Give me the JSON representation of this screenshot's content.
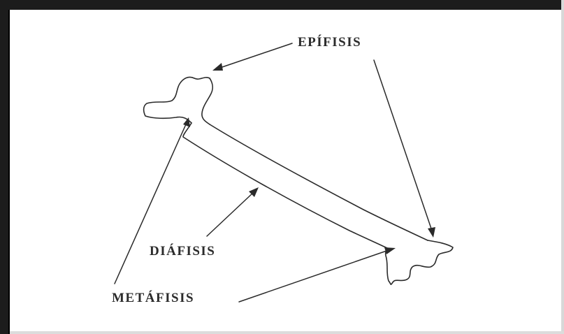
{
  "diagram": {
    "labels": {
      "epifisis": "EPÍFISIS",
      "diafisis": "DIÁFISIS",
      "metafisis": "METÁFISIS"
    },
    "colors": {
      "frame": "#1c1c1c",
      "line": "#2a2a2a",
      "background": "#ffffff"
    }
  }
}
